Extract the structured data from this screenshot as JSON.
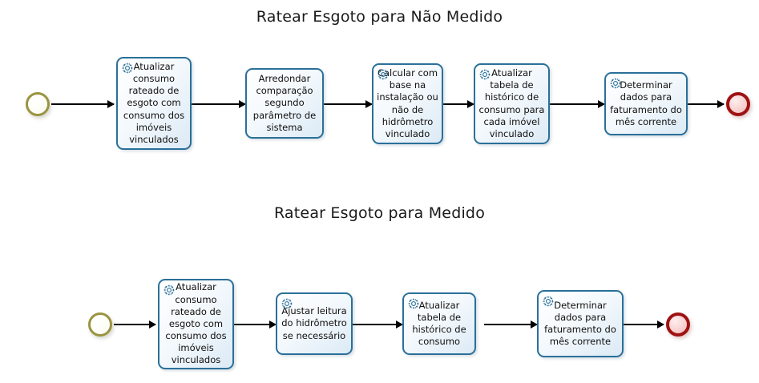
{
  "diagram": {
    "type": "bpmn-process-flow",
    "background_color": "#ffffff",
    "colors": {
      "task_border": "#2a7099",
      "task_fill": "#eef6fb",
      "start_event_border": "#9a9440",
      "end_event_border": "#9e1212",
      "flow_line": "#000000",
      "gear_icon": "#2a7099",
      "title_text": "#1a1a1a"
    }
  },
  "sections": [
    {
      "title": "Ratear Esgoto para Não Medido",
      "start_event": {
        "name": "start-event",
        "shape": "circle"
      },
      "end_event": {
        "name": "end-event",
        "shape": "circle"
      },
      "tasks": [
        {
          "label": "Atualizar consumo rateado de esgoto com consumo dos imóveis vinculados",
          "icon": "gear-icon",
          "has_icon": true
        },
        {
          "label": "Arredondar comparação segundo parâmetro de sistema",
          "icon": "",
          "has_icon": false
        },
        {
          "label": "Calcular com base na instalação ou não de hidrômetro vinculado",
          "icon": "gear-icon",
          "has_icon": true
        },
        {
          "label": "Atualizar tabela de histórico de consumo para cada imóvel vinculado",
          "icon": "gear-icon",
          "has_icon": true
        },
        {
          "label": "Determinar dados para faturamento do mês corrente",
          "icon": "gear-icon",
          "has_icon": true
        }
      ]
    },
    {
      "title": "Ratear Esgoto para Medido",
      "start_event": {
        "name": "start-event",
        "shape": "circle"
      },
      "end_event": {
        "name": "end-event",
        "shape": "circle"
      },
      "tasks": [
        {
          "label": "Atualizar consumo rateado de esgoto com consumo dos imóveis vinculados",
          "icon": "gear-icon",
          "has_icon": true
        },
        {
          "label": "Ajustar leitura do hidrômetro se necessário",
          "icon": "gear-icon",
          "has_icon": true
        },
        {
          "label": "Atualizar tabela de histórico de consumo",
          "icon": "gear-icon",
          "has_icon": true
        },
        {
          "label": "Determinar dados para faturamento do mês corrente",
          "icon": "gear-icon",
          "has_icon": true
        }
      ]
    }
  ]
}
